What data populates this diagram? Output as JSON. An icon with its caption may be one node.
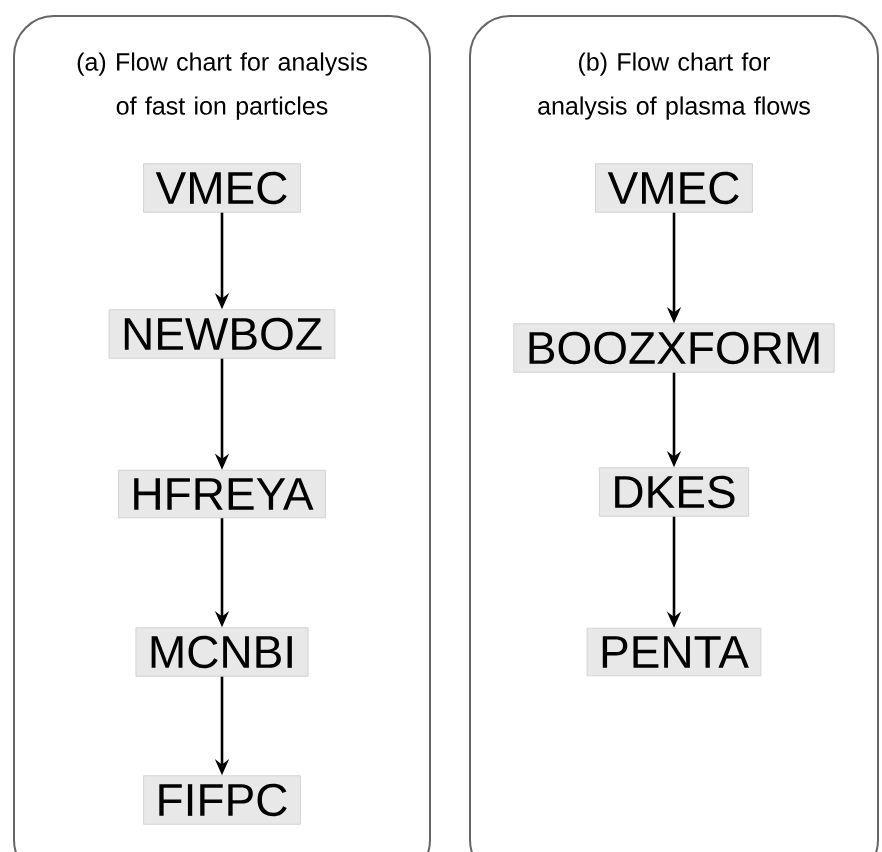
{
  "diagram": {
    "nodes": [
      {
        "text": [
          "(a) Flow chart for analysis of fast ion particles"
        ]
      },
      {
        "text": [
          "VMEC"
        ],
        "in": 0
      },
      {
        "text": [
          "NEWBOZ"
        ],
        "in": 0
      },
      {
        "text": [
          "HFREYA"
        ],
        "in": 0
      },
      {
        "text": [
          "MCNBI"
        ],
        "in": 0
      },
      {
        "text": [
          "FIFPC"
        ],
        "in": 0
      },
      {
        "text": [
          "(b) Flow chart for analysis of plasma flows"
        ]
      },
      {
        "text": [
          "VMEC"
        ],
        "in": 6
      },
      {
        "text": [
          "BOOZXFORM"
        ],
        "in": 6
      },
      {
        "text": [
          "DKES"
        ],
        "in": 6
      },
      {
        "text": [
          "PENTA"
        ],
        "in": 6
      }
    ],
    "edges": [
      {
        "from": 1,
        "to": 2,
        "arrow": "to"
      },
      {
        "from": 2,
        "to": 3,
        "arrow": "to"
      },
      {
        "from": 3,
        "to": 4,
        "arrow": "to"
      },
      {
        "from": 4,
        "to": 5,
        "arrow": "to"
      },
      {
        "from": 7,
        "to": 8,
        "arrow": "to"
      },
      {
        "from": 8,
        "to": 9,
        "arrow": "to"
      },
      {
        "from": 9,
        "to": 10,
        "arrow": "to"
      }
    ]
  }
}
